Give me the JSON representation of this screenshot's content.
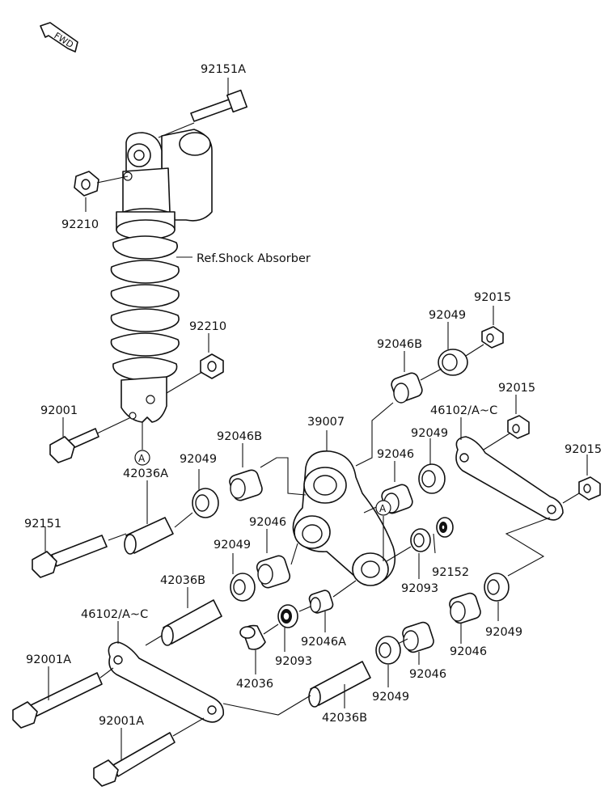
{
  "fwd_arrow": {
    "label": "FWD"
  },
  "reference_marker": "A",
  "labels": {
    "bolt_top": "92151A",
    "nut_top": "92210",
    "ref_shock": "Ref.Shock Absorber",
    "nut_mid": "92210",
    "bolt_92001": "92001",
    "marker_shock": "A",
    "rocker": "39007",
    "bearing_a": "92046B",
    "bearing_b": "92046B",
    "seal_a": "92049",
    "collar_a": "92015",
    "rod_right": "46102/A~C",
    "collar_b": "92015",
    "seal_b": "92049",
    "collar_c": "92015",
    "bearing_c": "92046",
    "seal_c": "92049",
    "sleeve_a": "42036A",
    "seal_d": "92049",
    "bearing_d": "92046",
    "bolt_92151": "92151",
    "marker_rocker": "A",
    "seal_92093_r": "92093",
    "washer_92152": "92152",
    "sleeve_b_top": "42036B",
    "rod_left": "46102/A~C",
    "seal_92093_l": "92093",
    "bearing_92046a": "92046A",
    "bolt_92001a_top": "92001A",
    "collar_42036": "42036",
    "bearing_e": "92046",
    "seal_e": "92049",
    "bearing_f": "92046",
    "seal_f": "92049",
    "sleeve_b_bottom": "42036B",
    "bolt_92001a_bottom": "92001A"
  }
}
